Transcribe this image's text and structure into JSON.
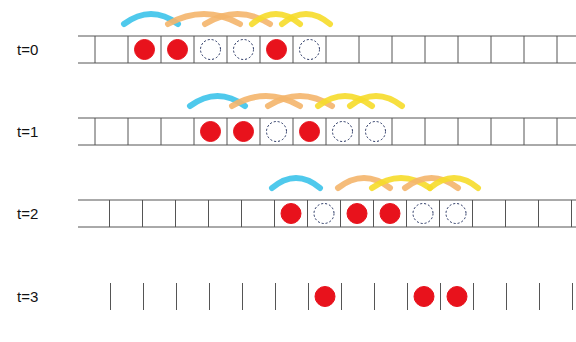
{
  "diagram": {
    "labels": [
      "t=0",
      "t=1",
      "t=2",
      "t=3"
    ]
  }
}
